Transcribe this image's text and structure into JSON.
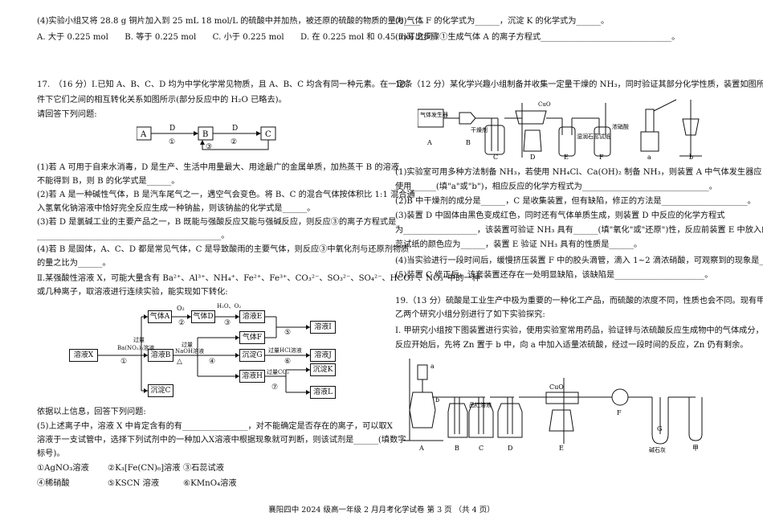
{
  "left": {
    "q4_text": "(4)实验小组又将 28.8 g 铜片加入到 25 mL 18 mol/L 的硫酸中并加热，被还原的硫酸的物质的量为____。",
    "q4_opts": "A. 大于 0.225 mol　　B. 等于 0.225 mol　　C. 小于 0.225 mol　　D. 在 0.225 mol 和 0.45 mol 之间",
    "q17_intro1": "17.　（16 分）Ⅰ.已知 A、B、C、D 均为中学化学常见物质，且 A、B、C 均含有同一种元素。在一定条",
    "q17_intro2": "件下它们之间的相互转化关系如图所示(部分反应中的 H₂O 已略去)。",
    "q17_intro3": "请回答下列问题:",
    "flow1": {
      "A": "A",
      "B": "B",
      "C": "C",
      "D1": "D",
      "D2": "D",
      "n1": "①",
      "n2": "②",
      "n3": "③"
    },
    "s1a": "(1)若 A 可用于自来水消毒，D 是生产、生活中用量最大、用途最广的金属单质，加热蒸干 B 的溶液",
    "s1b": "不能得到 B，则 B 的化学式是______。",
    "s2a": "(2)若 A 是一种碱性气体，B 是汽车尾气之一，遇空气会变色。将 B、C 的混合气体按体积比 1:1 混合通",
    "s2b": "入氢氧化钠溶液中恰好完全反应生成一种钠盐，则该钠盐的化学式是______。",
    "s3a": "(3)若 D 是氯碱工业的主要产品之一，B 既能与强酸反应又能与强碱反应，则反应③的离子方程式是",
    "s3b": "_____________________________________________。",
    "s4a": "(4)若 B 是固体，A、C、D 都是常见气体，C 是导致酸雨的主要气体，则反应③中氧化剂与还原剂物质",
    "s4b": "的量之比为______。",
    "p2a": "Ⅱ.某强酸性溶液 X，可能大量含有 Ba²⁺、Al³⁺、NH₄⁺、Fe²⁺、Fe³⁺、CO₃²⁻、SO₃²⁻、SO₄²⁻、HCO₃⁻、NO₃⁻中的一种",
    "p2b": "或几种离子，取溶液进行连续实验，能实现如下转化:",
    "flow2": {
      "X": "溶液X",
      "gasA": "气体A",
      "gasD": "气体D",
      "solnE": "溶液E",
      "gasF": "气体F",
      "solnB": "溶液B",
      "precG": "沉淀G",
      "precH": "溶液H",
      "precC": "沉淀C",
      "solnI": "溶液I",
      "solnJ": "溶液J",
      "precK": "沉淀K",
      "precL": "溶液L",
      "o2": "O₂",
      "h2o": "H₂O、O₂",
      "xs1": "过量",
      "ba": "Ba(NO₃)₂溶液",
      "xs2": "过量",
      "naoh": "NaOH溶液",
      "hcl": "过量HCl溶液",
      "co2": "过量CO₂",
      "delta": "△",
      "c1": "①",
      "c2": "②",
      "c3": "③",
      "c4": "④",
      "c5": "⑤",
      "c6": "⑥",
      "c7": "⑦"
    },
    "inst": "依据以上信息，回答下列问题:",
    "s5a": "(5)上述离子中，溶液 X 中肯定含有的有________________，对不能确定是否存在的离子，可以取X",
    "s5b": "溶液于一支试管中，选择下列试剂中的一种加入X溶液中根据现象就可判断，则该试剂是______(填数字",
    "s5c": "标号)。",
    "r1": "①AgNO₃溶液",
    "r2": "②K₃[Fe(CN)₆]溶液",
    "r3": "③石蕊试液",
    "r4": "④稀硝酸",
    "r5": "⑤KSCN 溶液",
    "r6": "⑥KMnO₄溶液"
  },
  "right": {
    "s6": "(6)气体 F 的化学式为______，沉淀 K 的化学式为______。",
    "s7": "(7)写出步骤①生成气体 A 的离子方程式________________________________。",
    "q18a": "18.　（12 分）某化学兴趣小组制备并收集一定量干燥的 NH₃，同时验证其部分化学性质，装置如图所示。",
    "app1": {
      "gen": "气体发生器",
      "dry": "干燥剂",
      "cuo": "CuO",
      "litmus": "湿润石蕊试纸",
      "nitric": "浓硝酸",
      "A": "A",
      "B": "B",
      "C": "C",
      "D": "D",
      "E": "E",
      "F": "F",
      "a": "a",
      "b": "b"
    },
    "r1a": "(1)实验室可用多种方法制备 NH₃，若使用 NH₄Cl、Ca(OH)₂ 制备 NH₃，则装置 A 中气体发生器应",
    "r1b": "使用______(填\"a\"或\"b\")，相应反应的化学方程式为_______________________________。",
    "r2": "(2)B 中干燥剂的成分是______，C 是收集装置，但有缺陷，修正的方法是_____________________。",
    "r3a": "(3)装置 D 中固体由黑色变成红色，同时还有气体单质生成，则装置 D 中反应的化学方程式",
    "r3b": "为__________________，该装置可验证 NH₃ 具有______(填\"氧化\"或\"还原\")性，反应前装置 E 中放入的石",
    "r3c": "蕊试纸的颜色应为______，装置 E 验证 NH₃ 具有的性质是______。",
    "r4": "(4)当实验进行一段时间后，缓慢挤压装置 F 中的胶头滴管，滴入 1~2 滴浓硝酸，可观察到的现象是______。",
    "r5": "(5)装置 C 修正后，该套装置还存在一处明显缺陷，该缺陷是______________________。",
    "q19a": "19.（13 分）硫酸是工业生产中极为重要的一种化工产品，而硫酸的浓度不同，性质也会不同。现有甲、",
    "q19b": "乙两个研究小组分别进行了如下实验探究:",
    "q19c": "Ⅰ. 甲研究小组按下图装置进行实验，使用实验室常用药品，验证锌与浓硫酸反应生成物中的气体成分，",
    "q19d": "反应开始后，先将 Zn 置于 b 中，向 a 中加入适量浓硫酸，经过一段时间的反应，Zn 仍有剩余。",
    "app2": {
      "a": "a",
      "b": "b",
      "pin": "品红溶液",
      "cuo": "CuO",
      "soda": "碱石灰",
      "A": "A",
      "B": "B",
      "C": "C",
      "D": "D",
      "E": "E",
      "F": "F",
      "G": "G",
      "jia": "甲"
    }
  },
  "footer": "襄阳四中 2024 级高一年级 2 月月考化学试卷 第 3 页 （共 4 页）"
}
